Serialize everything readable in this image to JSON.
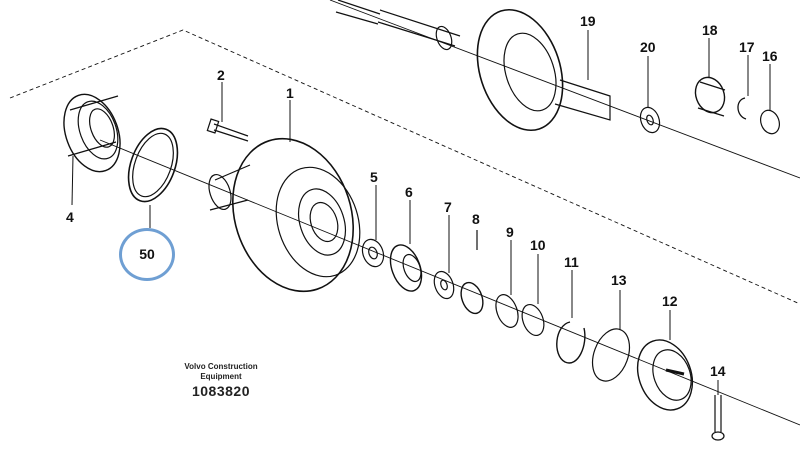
{
  "diagram": {
    "callouts": {
      "c1": "1",
      "c2": "2",
      "c4": "4",
      "c5": "5",
      "c6": "6",
      "c7": "7",
      "c8": "8",
      "c9": "9",
      "c10": "10",
      "c11": "11",
      "c12": "12",
      "c13": "13",
      "c14": "14",
      "c16": "16",
      "c17": "17",
      "c18": "18",
      "c19": "19",
      "c20": "20"
    },
    "highlighted_part": "50",
    "highlight_color": "#6f9fd3",
    "watermark": {
      "line1": "Volvo Construction",
      "line2": "Equipment",
      "number": "1083820"
    }
  }
}
